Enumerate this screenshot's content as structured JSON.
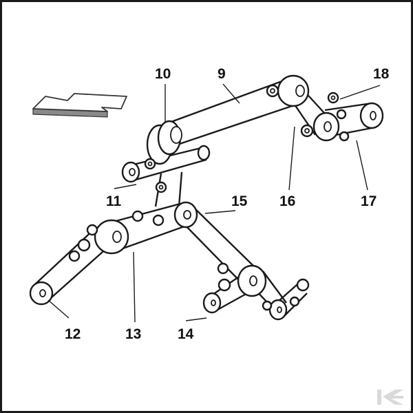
{
  "callouts": {
    "c9": "9",
    "c10": "10",
    "c11": "11",
    "c12": "12",
    "c13": "13",
    "c14": "14",
    "c15": "15",
    "c16": "16",
    "c17": "17",
    "c18": "18"
  },
  "icons": {
    "direction_arrow": "left-arrow-icon",
    "brand_logo": "k-logo-icon"
  },
  "colors": {
    "line": "#1a1a1a",
    "arrow_shadow": "#8a8a8a",
    "logo": "#d9d9d9"
  }
}
